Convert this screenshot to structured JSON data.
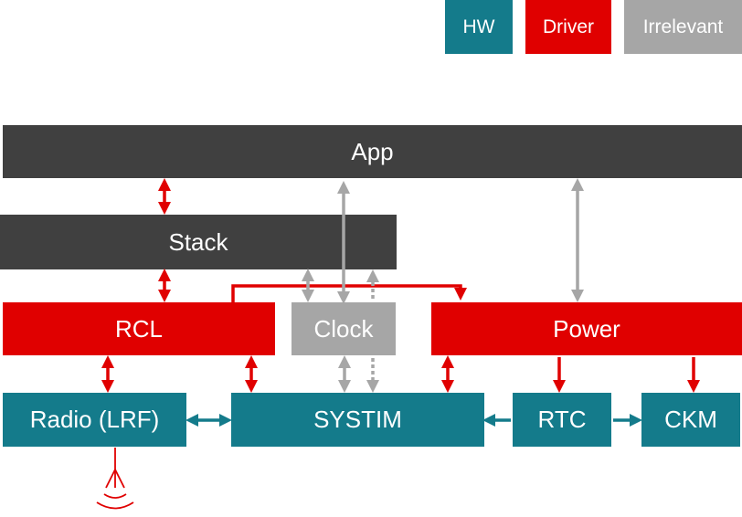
{
  "legend": {
    "hw": "HW",
    "driver": "Driver",
    "irrelevant": "Irrelevant"
  },
  "blocks": {
    "app": "App",
    "stack": "Stack",
    "rcl": "RCL",
    "clock": "Clock",
    "power": "Power",
    "radio": "Radio (LRF)",
    "systim": "SYSTIM",
    "rtc": "RTC",
    "ckm": "CKM"
  },
  "colors": {
    "hw": "#147b8b",
    "driver": "#e00000",
    "irrelevant": "#a6a6a6",
    "software": "#404040"
  }
}
